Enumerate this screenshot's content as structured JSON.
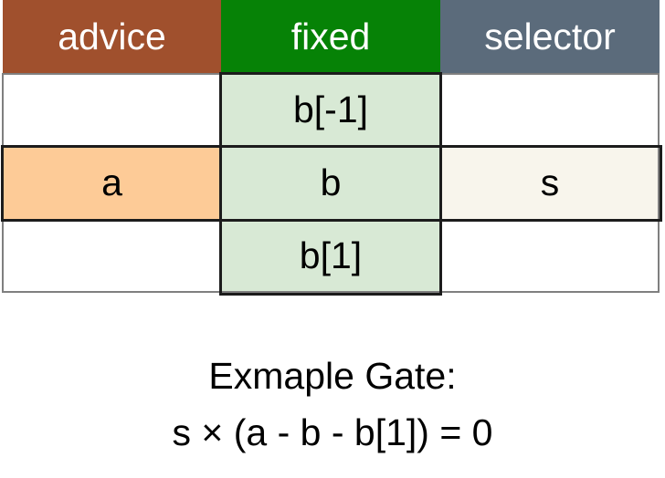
{
  "columns": [
    {
      "header": "advice",
      "header_color": "#a0502d"
    },
    {
      "header": "fixed",
      "header_color": "#068206"
    },
    {
      "header": "selector",
      "header_color": "#5b6b7b"
    }
  ],
  "rows": [
    {
      "cells": [
        "",
        "b[-1]",
        ""
      ]
    },
    {
      "cells": [
        "a",
        "b",
        "s"
      ]
    },
    {
      "cells": [
        "",
        "b[1]",
        ""
      ]
    }
  ],
  "colors": {
    "fixed_fill": "#d8e9d5",
    "advice_highlight": "#fdcb97",
    "selector_highlight": "#f8f5ec",
    "empty_fill": "#ffffff"
  },
  "caption": {
    "line1": "Exmaple Gate:",
    "line2": "s × (a - b - b[1]) = 0"
  }
}
